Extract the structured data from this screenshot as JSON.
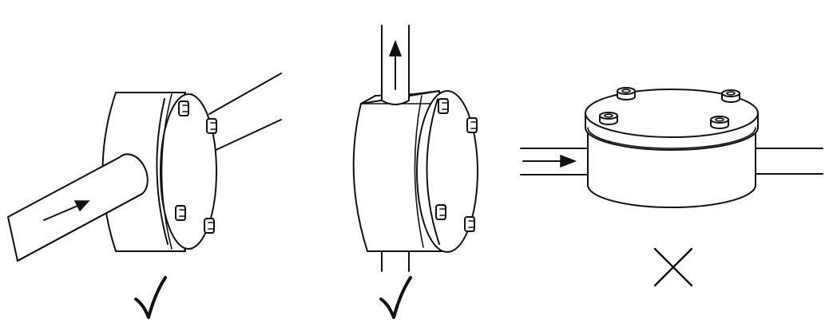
{
  "panels": [
    {
      "id": "horizontal-side-flow",
      "verdict": "correct",
      "verdict_symbol": "check-mark"
    },
    {
      "id": "vertical-upward-flow",
      "verdict": "correct",
      "verdict_symbol": "check-mark"
    },
    {
      "id": "horizontal-flat-mount",
      "verdict": "incorrect",
      "verdict_symbol": "cross-mark"
    }
  ],
  "colors": {
    "stroke": "#111111",
    "fill": "#ffffff"
  }
}
